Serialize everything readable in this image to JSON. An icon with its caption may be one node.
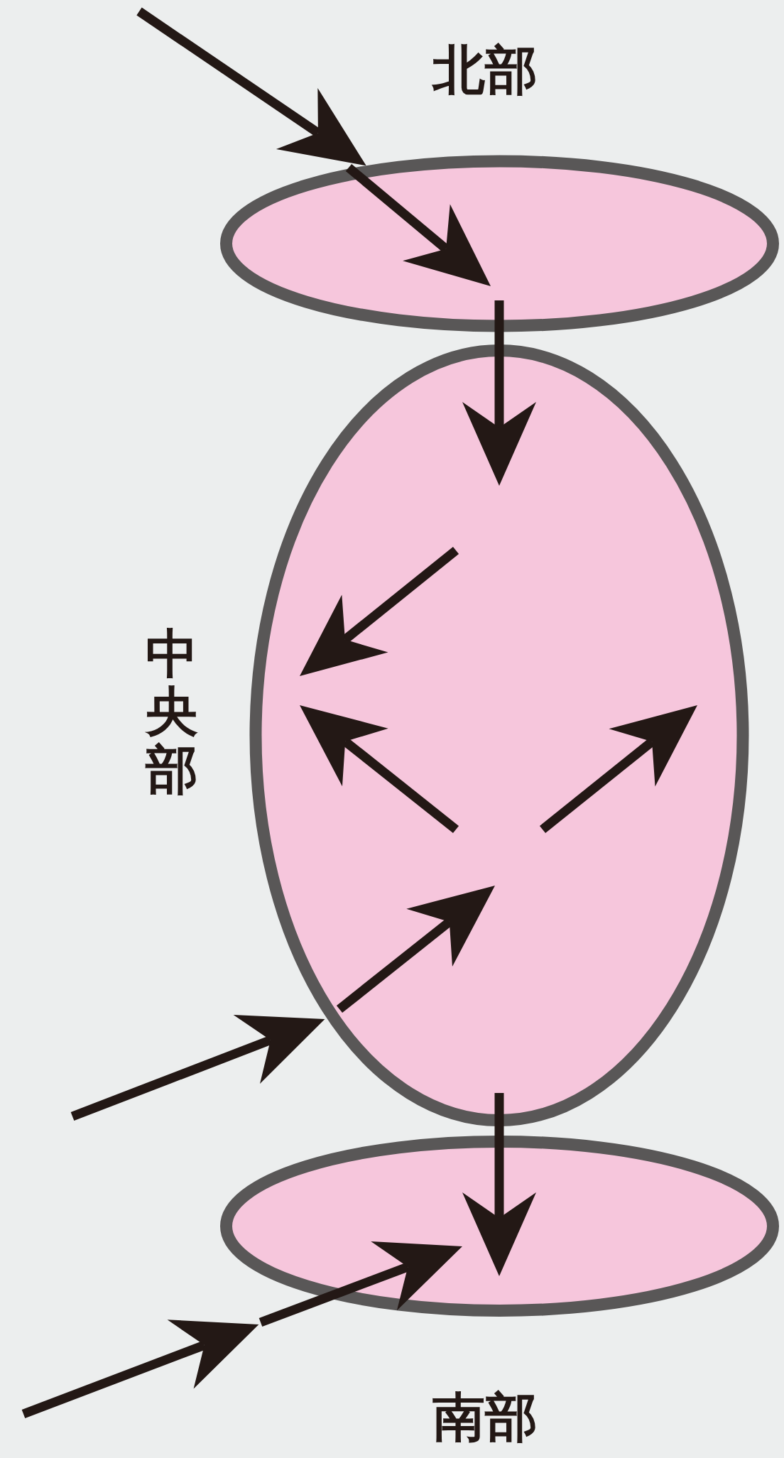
{
  "diagram": {
    "nodes": [
      {
        "text": [
          "北部"
        ]
      },
      {
        "text": [
          "中央部"
        ]
      },
      {
        "text": [
          "南部"
        ]
      }
    ],
    "edges": [
      {
        "from": null,
        "to": 0,
        "arrow": "to"
      },
      {
        "from": 0,
        "to": 1,
        "arrow": "to"
      },
      {
        "from": 1,
        "to": 2,
        "arrow": "to"
      },
      {
        "from": null,
        "to": 1,
        "arrow": "to"
      },
      {
        "from": null,
        "to": 2,
        "arrow": "to"
      }
    ]
  }
}
